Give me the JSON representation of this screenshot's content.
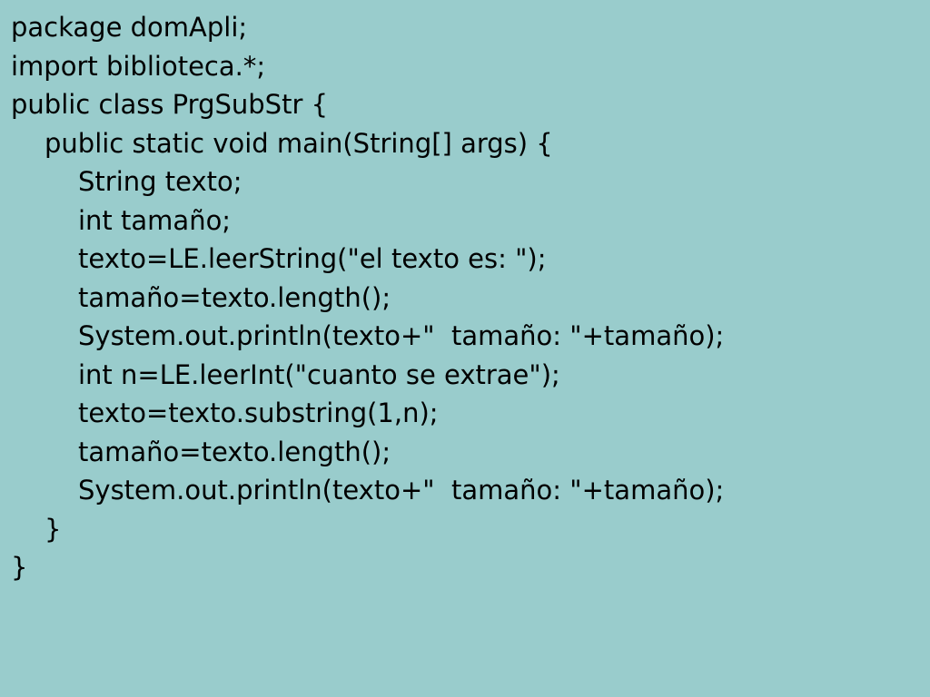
{
  "code": {
    "lines": [
      "package domApli;",
      "import biblioteca.*;",
      "public class PrgSubStr {",
      "public static void main(String[] args) {",
      "String texto;",
      "int tamaño;",
      "texto=LE.leerString(\"el texto es: \");",
      "tamaño=texto.length();",
      "System.out.println(texto+\"  tamaño: \"+tamaño);",
      "int n=LE.leerInt(\"cuanto se extrae\");",
      "texto=texto.substring(1,n);",
      "tamaño=texto.length();",
      "System.out.println(texto+\"  tamaño: \"+tamaño);",
      "}",
      "}"
    ]
  },
  "colors": {
    "background": "#99cccc",
    "text": "#000000"
  }
}
